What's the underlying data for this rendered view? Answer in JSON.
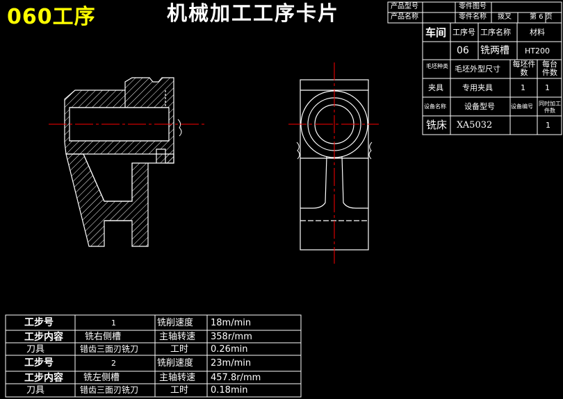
{
  "header": {
    "op_title": "060工序",
    "main_title": "机械加工工序卡片",
    "product_model_label": "产品型号",
    "product_name_label": "产品名称",
    "part_no_label": "零件图号",
    "part_name_label": "零件名称",
    "part_name_value": "拨叉",
    "page_label": "第 6 页"
  },
  "info_table": {
    "workshop_label": "车间",
    "op_no_label": "工序号",
    "op_name_label": "工序名称",
    "material_label": "材料",
    "op_no_value": "06",
    "op_name_value": "铣两槽",
    "material_value": "HT200",
    "blank_type_label": "毛坯种类",
    "blank_size_label": "毛坯外型尺寸",
    "per_blank_label": "每坯件数",
    "per_unit_label": "每台件数",
    "fixture_label": "夹具",
    "fixture_value": "专用夹具",
    "fixture_qty1": "1",
    "fixture_qty2": "1",
    "equip_name_label": "设备名称",
    "equip_model_label": "设备型号",
    "equip_no_label": "设备编号",
    "simul_label": "同时加工件数",
    "equip_name_value": "铣床",
    "equip_model_value": "XA5032",
    "simul_value": "1"
  },
  "steps": [
    {
      "step_no_label": "工步号",
      "step_no": "1",
      "content_label": "工步内容",
      "content": "铣右侧槽",
      "tool_label": "刀具",
      "tool": "错齿三面刃铣刀",
      "speed_label": "铣削速度",
      "speed": "18m/min",
      "rpm_label": "主轴转速",
      "rpm": "358r/mm",
      "time_label": "工时",
      "time": "0.26min"
    },
    {
      "step_no_label": "工步号",
      "step_no": "2",
      "content_label": "工步内容",
      "content": "铣左侧槽",
      "tool_label": "刀具",
      "tool": "错齿三面刃铣刀",
      "speed_label": "铣削速度",
      "speed": "23m/min",
      "rpm_label": "主轴转速",
      "rpm": "457.8r/mm",
      "time_label": "工时",
      "time": "0.18min"
    }
  ],
  "colors": {
    "background": "#000000",
    "lines": "#ffffff",
    "centerline": "#ff0000",
    "op_title": "#ffff00"
  }
}
